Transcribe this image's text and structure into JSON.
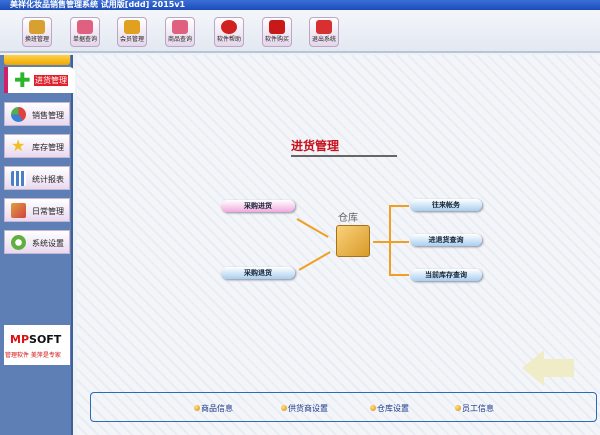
{
  "window": {
    "title": "美祥化妆品销售管理系统 试用版[ddd] 2015v1"
  },
  "toolbar": [
    {
      "label": "换班管理",
      "color": "#d8a030"
    },
    {
      "label": "单据查询",
      "color": "#e06080"
    },
    {
      "label": "会员管理",
      "color": "#e0a020"
    },
    {
      "label": "商品查询",
      "color": "#e06080"
    },
    {
      "label": "软件帮助",
      "color": "#d02020"
    },
    {
      "label": "软件购买",
      "color": "#c81818"
    },
    {
      "label": "退出系统",
      "color": "#d83030"
    }
  ],
  "sidebar": {
    "active": "进货管理",
    "items": [
      {
        "label": "销售管理",
        "icon": "pie-chart-icon",
        "color": "#3a80d0"
      },
      {
        "label": "库存管理",
        "icon": "star-icon",
        "color": "#f0c020"
      },
      {
        "label": "统计报表",
        "icon": "bar-chart-icon",
        "color": "#4a80c8"
      },
      {
        "label": "日常管理",
        "icon": "brush-icon",
        "color": "#d04040"
      },
      {
        "label": "系统设置",
        "icon": "gear-icon",
        "color": "#60b040"
      }
    ],
    "brand": {
      "pre": "MP",
      "post": "SOFT"
    },
    "slogan": "管理软件 美萍是专家"
  },
  "main": {
    "heading": "进货管理",
    "warehouse": "仓库",
    "left": [
      "采购进货",
      "采购退货"
    ],
    "right": [
      "往来帐务",
      "进退货查询",
      "当前库存查询"
    ],
    "bottom": [
      "商品信息",
      "供货商设置",
      "仓库设置",
      "员工信息"
    ]
  }
}
